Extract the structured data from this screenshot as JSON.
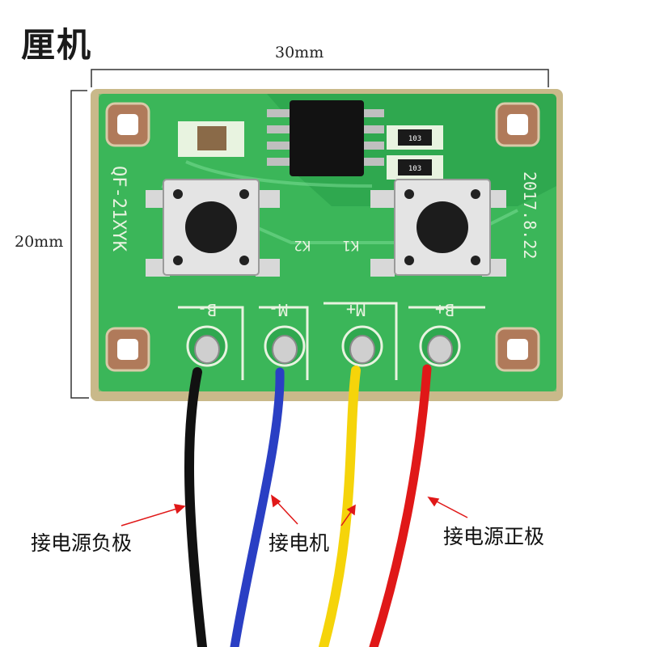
{
  "title": "厘机",
  "dimensions": {
    "width_label": "30mm",
    "height_label": "20mm"
  },
  "board": {
    "silkscreen_id": "QF-21XYK",
    "date": "2017.8.22",
    "resistor_code": "103",
    "pads": [
      "B-",
      "M-",
      "M+",
      "B+"
    ],
    "buttons": [
      "K2",
      "K1"
    ],
    "board_color": "#2fa84f",
    "copper_color": "#4fc86a"
  },
  "wires": [
    {
      "name": "black",
      "color": "#111111"
    },
    {
      "name": "blue",
      "color": "#2a3fc4"
    },
    {
      "name": "yellow",
      "color": "#f5d40a"
    },
    {
      "name": "red",
      "color": "#e01818"
    }
  ],
  "annotations": {
    "negative": "接电源负极",
    "motor": "接电机",
    "positive": "接电源正极"
  },
  "arrow_color": "#e01818"
}
